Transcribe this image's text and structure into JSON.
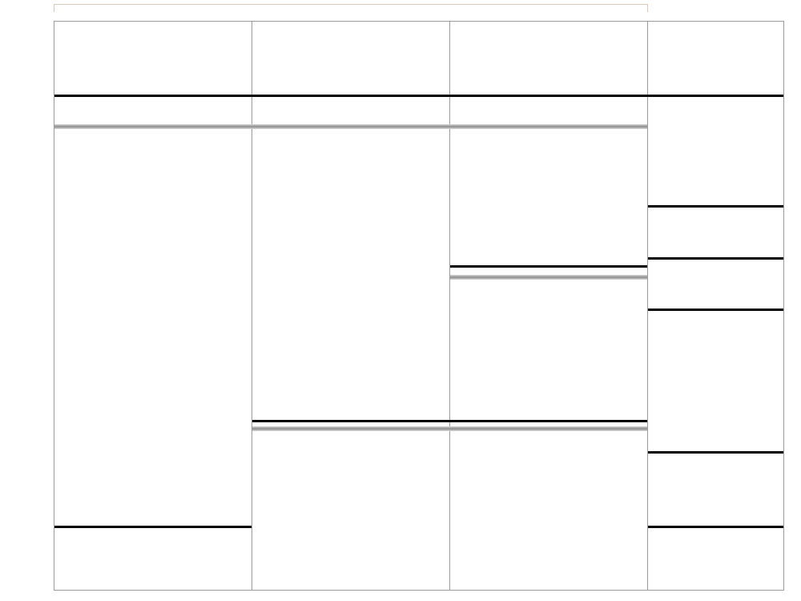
{
  "layout_grid": {
    "columns": [
      {
        "id": "col-1",
        "label": ""
      },
      {
        "id": "col-2",
        "label": ""
      },
      {
        "id": "col-3",
        "label": ""
      },
      {
        "id": "col-4",
        "label": ""
      }
    ]
  },
  "colors": {
    "frame_line": "#9a9a9a",
    "divider": "#000000",
    "bracket": "#d9c9bc"
  }
}
